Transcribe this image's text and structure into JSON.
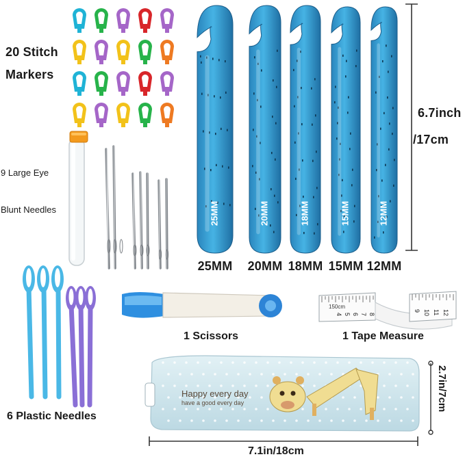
{
  "labels": {
    "stitch_markers_line1": "20 Stitch",
    "stitch_markers_line2": "Markers",
    "needles_line1": "9 Large Eye",
    "needles_line2": "Blunt Needles",
    "plastic_needles": "6 Plastic Needles",
    "scissors": "1 Scissors",
    "tape_measure": "1 Tape Measure",
    "hook_height_line1": "6.7inch",
    "hook_height_line2": "/17cm",
    "case_height": "2.7in/7cm",
    "case_width": "7.1in/18cm"
  },
  "hooks": [
    {
      "size": "25MM",
      "caption": "25MM"
    },
    {
      "size": "20MM",
      "caption": "20MM"
    },
    {
      "size": "18MM",
      "caption": "18MM"
    },
    {
      "size": "15MM",
      "caption": "15MM"
    },
    {
      "size": "12MM",
      "caption": "12MM"
    }
  ],
  "case_print": {
    "line1": "Happy every day",
    "line2": "have a good every day"
  },
  "tape_print": {
    "left": "150cm",
    "nums": [
      "4",
      "5",
      "6",
      "7",
      "8",
      "9",
      "10",
      "11",
      "12"
    ]
  },
  "colors": {
    "hook_blue": "#2b8fc6",
    "marker_cyan": "#1fb3d6",
    "marker_green": "#27b34a",
    "marker_purple": "#a566c8",
    "marker_red": "#d8262a",
    "marker_yellow": "#f2c21a",
    "marker_orange": "#ee7a22",
    "plastic_blue": "#4ab8e6",
    "plastic_purple": "#8a6fd6",
    "case_blue": "#cfe6ee"
  }
}
